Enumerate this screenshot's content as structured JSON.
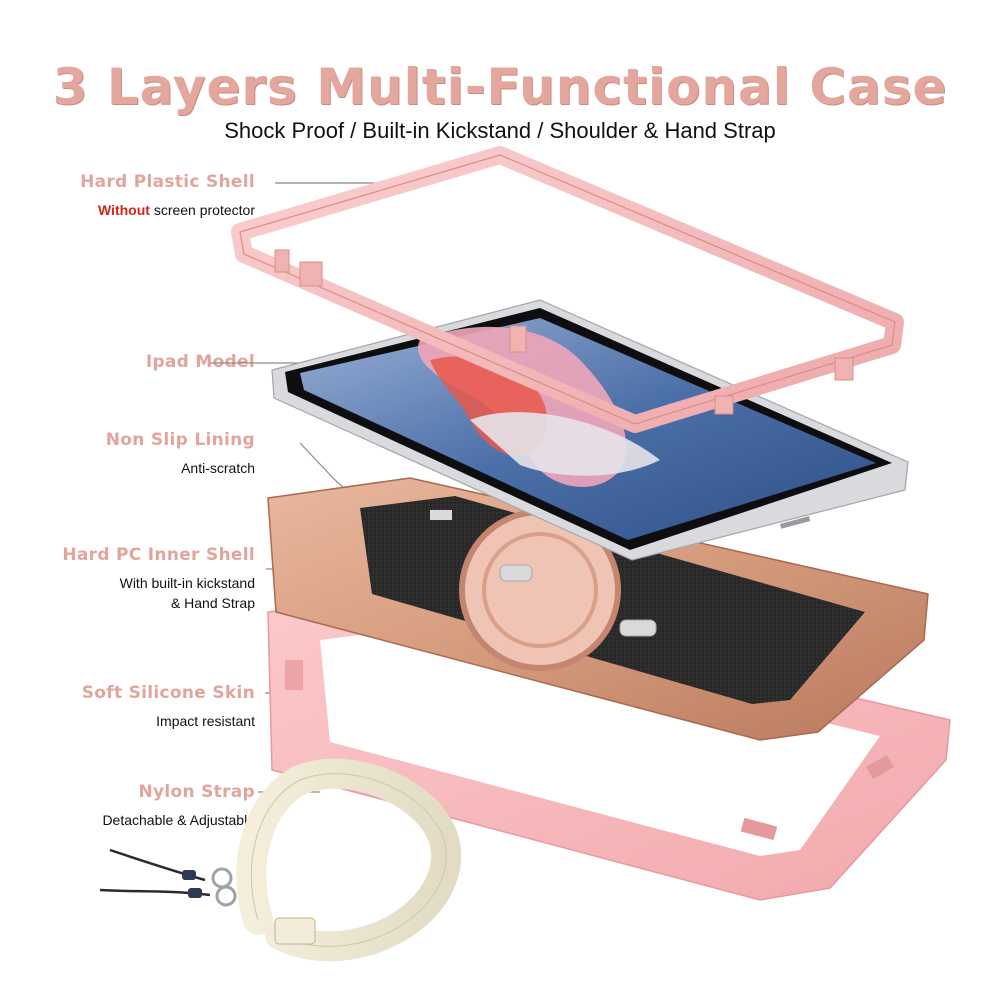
{
  "title": "3 Layers Multi-Functional Case",
  "subtitle": "Shock Proof / Built-in Kickstand / Shoulder & Hand Strap",
  "colors": {
    "accent": "#e4a79e",
    "highlight": "#d4241c",
    "rose_gold": "#c98a6c",
    "pink": "#f3b9ba"
  },
  "callouts": {
    "hard_shell": {
      "head": "Hard Plastic Shell",
      "desc_emph": "Without",
      "desc_rest": " screen protector"
    },
    "ipad_model": {
      "head": "Ipad Model"
    },
    "non_slip": {
      "head": "Non Slip Lining",
      "desc": "Anti-scratch"
    },
    "inner_shell": {
      "head": "Hard PC Inner Shell",
      "desc_line1": "With built-in kickstand",
      "desc_line2": "& Hand Strap"
    },
    "silicone": {
      "head": "Soft Silicone Skin",
      "desc": "Impact resistant"
    },
    "strap": {
      "head": "Nylon Strap",
      "desc": "Detachable & Adjustable"
    }
  }
}
